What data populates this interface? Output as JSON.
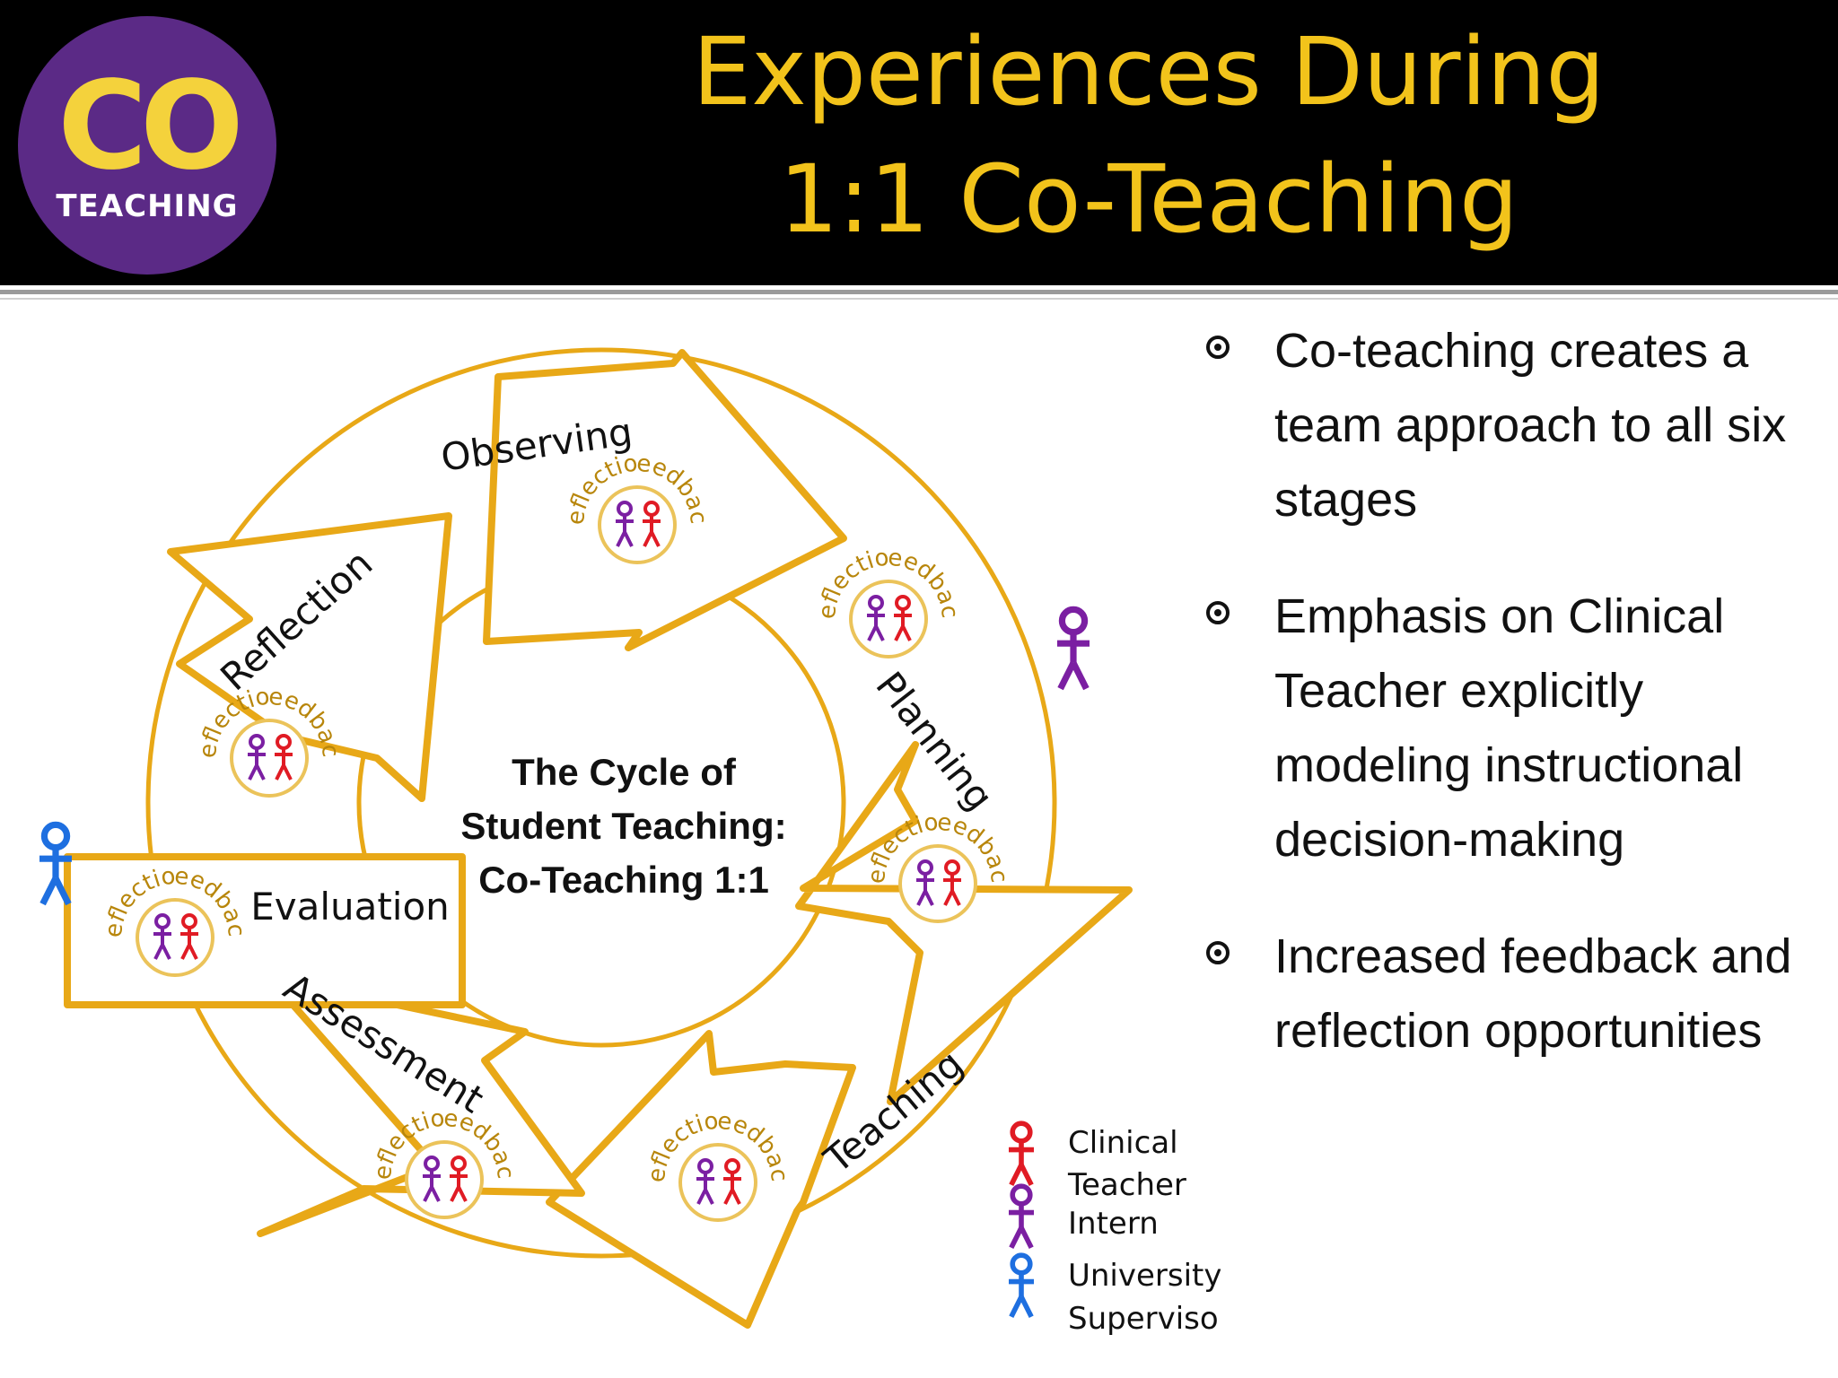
{
  "logo": {
    "co": "CO",
    "teaching": "TEACHING"
  },
  "title": {
    "line1": "Experiences During",
    "line2": "1:1 Co-Teaching"
  },
  "diagram": {
    "center_title": [
      "The Cycle of",
      "Student Teaching:",
      "Co-Teaching 1:1"
    ],
    "stages": {
      "observing": "Observing",
      "planning": "Planning",
      "teaching": "Teaching",
      "assessment": "Assessment",
      "evaluation": "Evaluation",
      "reflection": "Reflection"
    },
    "badge": {
      "reflection": "Reflection",
      "feedback": "Feedback"
    },
    "legend": {
      "clinical_teacher_1": "Clinical",
      "clinical_teacher_2": "Teacher",
      "intern": "Intern",
      "supervisor_1": "University",
      "supervisor_2": "Supervisor"
    }
  },
  "colors": {
    "gold": "#e8a817",
    "title_gold": "#f2c31b",
    "badge_text": "#b8860b",
    "intern": "#7b1fa2",
    "clinical_teacher": "#e01b24",
    "supervisor": "#1e6fe0",
    "logo_purple": "#5b2a86"
  },
  "bullets": [
    "Co-teaching creates a team approach to all six stages",
    "Emphasis on Clinical Teacher explicitly modeling instructional decision-making",
    "Increased feedback and reflection opportunities"
  ]
}
